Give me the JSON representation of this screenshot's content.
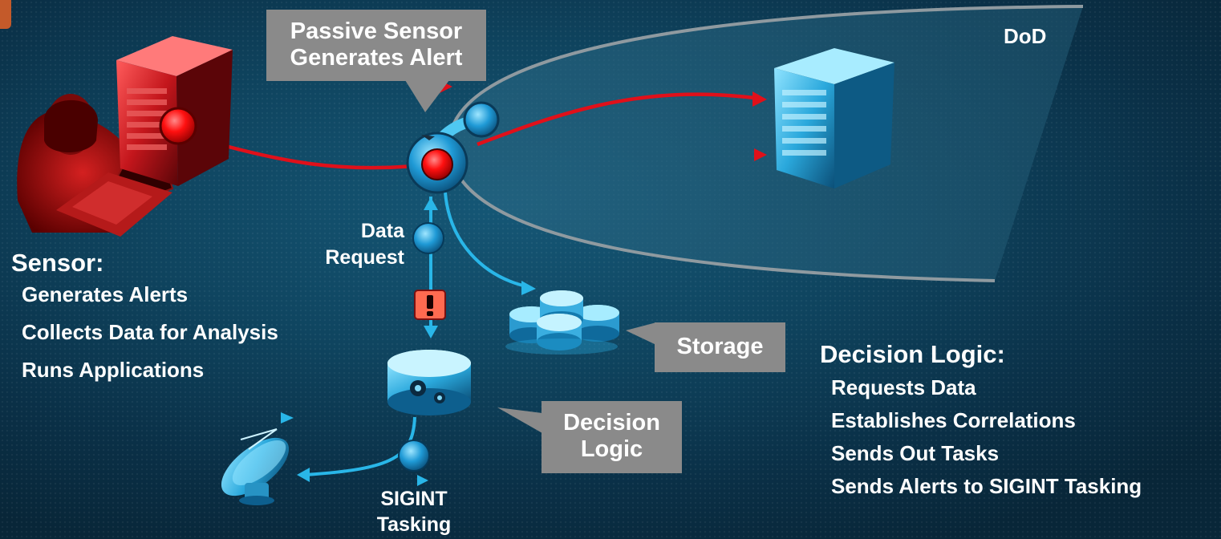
{
  "domain_label": "DoD",
  "callouts": {
    "passive_sensor_line1": "Passive Sensor",
    "passive_sensor_line2": "Generates Alert",
    "storage": "Storage",
    "decision_logic_line1": "Decision",
    "decision_logic_line2": "Logic"
  },
  "labels": {
    "data_request_line1": "Data",
    "data_request_line2": "Request",
    "sigint_line1": "SIGINT",
    "sigint_line2": "Tasking"
  },
  "sensor_panel": {
    "heading": "Sensor:",
    "items": [
      "Generates Alerts",
      "Collects Data for Analysis",
      "Runs Applications"
    ]
  },
  "decision_panel": {
    "heading": "Decision Logic:",
    "items": [
      "Requests Data",
      "Establishes Correlations",
      "Sends Out Tasks",
      "Sends Alerts to SIGINT Tasking"
    ]
  },
  "colors": {
    "threat_red": "#e0101a",
    "flow_blue": "#29b6e8",
    "callout_gray": "#8a8a8a",
    "boundary_gray": "#8f9aa0"
  },
  "icons": [
    "hacker-icon",
    "attacker-server-icon",
    "dod-server-icon",
    "sensor-node-icon",
    "storage-icon",
    "decision-db-icon",
    "satellite-dish-icon",
    "warning-icon"
  ]
}
